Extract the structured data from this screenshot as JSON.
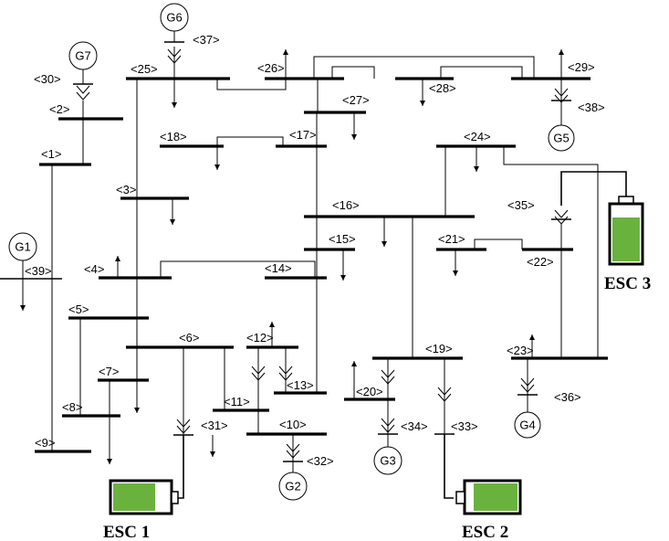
{
  "colors": {
    "battery_fill": "#6ab23e",
    "line": "#000000",
    "background": "#ffffff"
  },
  "buses": [
    "<1>",
    "<2>",
    "<3>",
    "<4>",
    "<5>",
    "<6>",
    "<7>",
    "<8>",
    "<9>",
    "<10>",
    "<11>",
    "<12>",
    "<13>",
    "<14>",
    "<15>",
    "<16>",
    "<17>",
    "<18>",
    "<19>",
    "<20>",
    "<21>",
    "<22>",
    "<23>",
    "<24>",
    "<25>",
    "<26>",
    "<27>",
    "<28>",
    "<29>",
    "<30>",
    "<31>",
    "<32>",
    "<33>",
    "<34>",
    "<35>",
    "<36>",
    "<37>",
    "<38>",
    "<39>"
  ],
  "generators": [
    "G1",
    "G2",
    "G3",
    "G4",
    "G5",
    "G6",
    "G7"
  ],
  "storage": [
    "ESC 1",
    "ESC 2",
    "ESC 3"
  ]
}
